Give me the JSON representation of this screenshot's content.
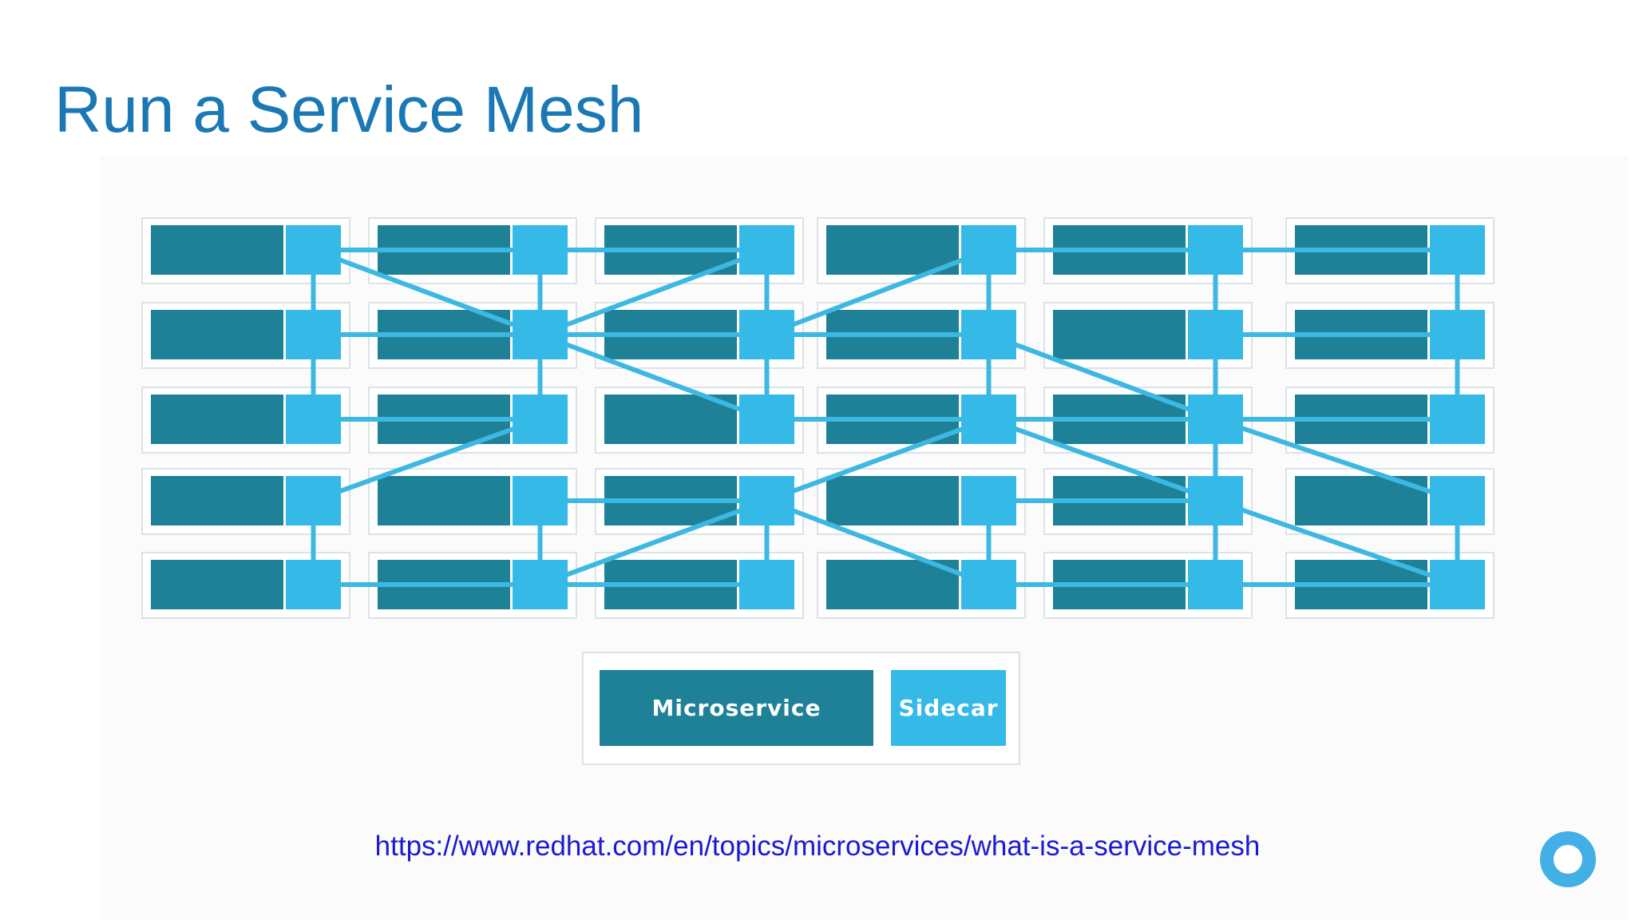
{
  "slide": {
    "title": "Run a Service Mesh",
    "link": "https://www.redhat.com/en/topics/microservices/what-is-a-service-mesh"
  },
  "legend": {
    "microservice_label": "Microservice",
    "sidecar_label": "Sidecar"
  },
  "logo": {
    "icon": "ring-logo-icon"
  },
  "colors": {
    "title": "#1a78b4",
    "microservice": "#1e8197",
    "sidecar": "#35b9e6",
    "connection": "#3db8e2",
    "frame": "#dde2e5",
    "link": "#1a1ad2",
    "logo": "#42b0e7"
  },
  "mesh": {
    "columns": 6,
    "rows": 5,
    "connections": [
      [
        [
          0,
          0
        ],
        [
          1,
          0
        ]
      ],
      [
        [
          1,
          0
        ],
        [
          2,
          0
        ]
      ],
      [
        [
          3,
          0
        ],
        [
          4,
          0
        ]
      ],
      [
        [
          4,
          0
        ],
        [
          5,
          0
        ]
      ],
      [
        [
          0,
          1
        ],
        [
          1,
          1
        ]
      ],
      [
        [
          1,
          1
        ],
        [
          2,
          1
        ]
      ],
      [
        [
          2,
          1
        ],
        [
          3,
          1
        ]
      ],
      [
        [
          4,
          1
        ],
        [
          5,
          1
        ]
      ],
      [
        [
          0,
          2
        ],
        [
          1,
          2
        ]
      ],
      [
        [
          2,
          2
        ],
        [
          3,
          2
        ]
      ],
      [
        [
          3,
          2
        ],
        [
          4,
          2
        ]
      ],
      [
        [
          4,
          2
        ],
        [
          5,
          2
        ]
      ],
      [
        [
          1,
          3
        ],
        [
          2,
          3
        ]
      ],
      [
        [
          3,
          3
        ],
        [
          4,
          3
        ]
      ],
      [
        [
          0,
          4
        ],
        [
          1,
          4
        ]
      ],
      [
        [
          1,
          4
        ],
        [
          2,
          4
        ]
      ],
      [
        [
          3,
          4
        ],
        [
          4,
          4
        ]
      ],
      [
        [
          4,
          4
        ],
        [
          5,
          4
        ]
      ],
      [
        [
          0,
          0
        ],
        [
          0,
          1
        ]
      ],
      [
        [
          0,
          1
        ],
        [
          0,
          2
        ]
      ],
      [
        [
          0,
          3
        ],
        [
          0,
          4
        ]
      ],
      [
        [
          1,
          0
        ],
        [
          1,
          1
        ]
      ],
      [
        [
          1,
          1
        ],
        [
          1,
          2
        ]
      ],
      [
        [
          1,
          3
        ],
        [
          1,
          4
        ]
      ],
      [
        [
          2,
          0
        ],
        [
          2,
          1
        ]
      ],
      [
        [
          2,
          1
        ],
        [
          2,
          2
        ]
      ],
      [
        [
          2,
          3
        ],
        [
          2,
          4
        ]
      ],
      [
        [
          3,
          0
        ],
        [
          3,
          1
        ]
      ],
      [
        [
          3,
          1
        ],
        [
          3,
          2
        ]
      ],
      [
        [
          3,
          3
        ],
        [
          3,
          4
        ]
      ],
      [
        [
          4,
          0
        ],
        [
          4,
          1
        ]
      ],
      [
        [
          4,
          1
        ],
        [
          4,
          2
        ]
      ],
      [
        [
          4,
          2
        ],
        [
          4,
          3
        ]
      ],
      [
        [
          4,
          3
        ],
        [
          4,
          4
        ]
      ],
      [
        [
          5,
          0
        ],
        [
          5,
          1
        ]
      ],
      [
        [
          5,
          1
        ],
        [
          5,
          2
        ]
      ],
      [
        [
          5,
          3
        ],
        [
          5,
          4
        ]
      ],
      [
        [
          0,
          0
        ],
        [
          1,
          1
        ]
      ],
      [
        [
          1,
          1
        ],
        [
          2,
          2
        ]
      ],
      [
        [
          1,
          1
        ],
        [
          2,
          0
        ]
      ],
      [
        [
          2,
          1
        ],
        [
          3,
          0
        ]
      ],
      [
        [
          0,
          3
        ],
        [
          1,
          2
        ]
      ],
      [
        [
          3,
          1
        ],
        [
          4,
          2
        ]
      ],
      [
        [
          4,
          2
        ],
        [
          5,
          3
        ]
      ],
      [
        [
          3,
          2
        ],
        [
          4,
          3
        ]
      ],
      [
        [
          2,
          3
        ],
        [
          3,
          2
        ]
      ],
      [
        [
          2,
          3
        ],
        [
          3,
          4
        ]
      ],
      [
        [
          1,
          4
        ],
        [
          2,
          3
        ]
      ],
      [
        [
          4,
          3
        ],
        [
          5,
          4
        ]
      ]
    ]
  }
}
